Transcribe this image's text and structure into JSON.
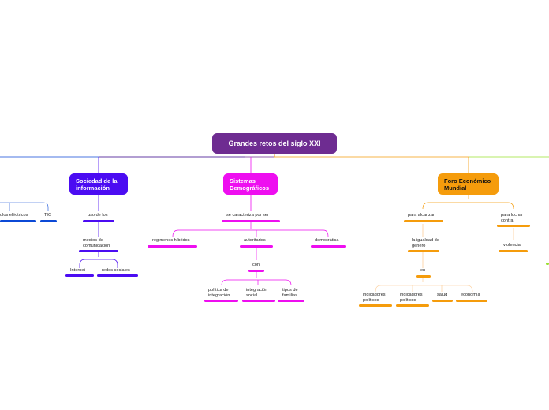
{
  "root": {
    "label": "Grandes retos del siglo XXI",
    "color": "#6e2c91"
  },
  "colors": {
    "sociedad": "#4b0cf2",
    "sistemas": "#ee0ef0",
    "foro": "#f59c0c",
    "left": "#0b49d6",
    "right": "#9ae02f"
  },
  "sociedad": {
    "title": "Sociedad de la información",
    "uso": "uso de los",
    "medios": "medios de comunicación",
    "internet": "Internet",
    "redes": "redes sociales"
  },
  "left": {
    "circuitos": "ulos eléctricos",
    "tic": "TIC"
  },
  "sistemas": {
    "title": "Sistemas Demográficos",
    "caracteriza": "se caracteriza  por ser",
    "regimenes": "regimenes híbridos",
    "autoritarios": "autoritarios",
    "democratica": "democrática",
    "con": "con",
    "politica": "política de integración",
    "integracion": "integración social",
    "tipos": "tipos de familias"
  },
  "foro": {
    "title": "Foro Económico Mundial",
    "alcanzar": "para alcanzar",
    "luchar": "para luchar contra",
    "igualdad": "la igualdad de género",
    "violencia": "violencia",
    "en": "en",
    "ind1": "indicadores políticos",
    "ind2": "indicadores políticos",
    "salud": "salud",
    "economia": "economía"
  }
}
